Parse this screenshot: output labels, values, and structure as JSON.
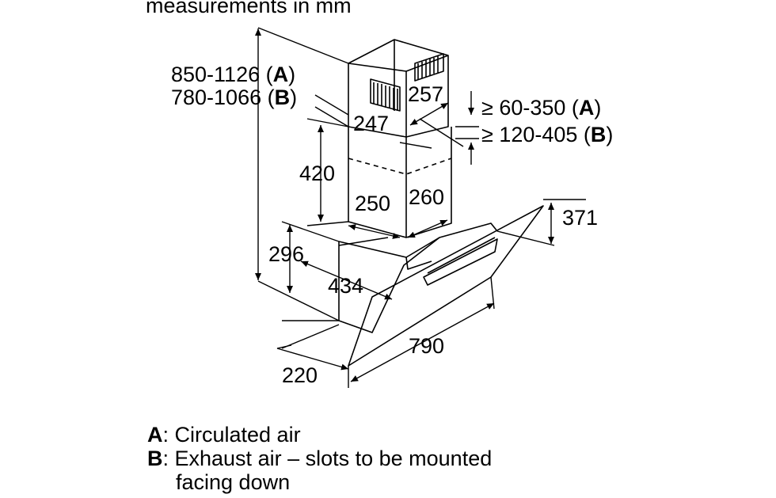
{
  "header": {
    "units_note": "measurements in mm"
  },
  "dimensions": {
    "total_height_a": "850-1126",
    "total_height_b": "780-1066",
    "chimney_upper_width": "257",
    "chimney_upper_depth": "247",
    "chimney_height": "420",
    "chimney_lower_width": "250",
    "chimney_lower_depth": "260",
    "ceiling_gap_a": "≥ 60-350",
    "ceiling_gap_b": "≥ 120-405",
    "glass_height": "371",
    "body_height": "296",
    "body_depth": "434",
    "glass_width": "790",
    "bottom_depth": "220"
  },
  "marks": {
    "a": "A",
    "b": "B"
  },
  "legend": {
    "a_key": "A",
    "a_text": ": Circulated air",
    "b_key": "B",
    "b_text": ": Exhaust air – slots to be mounted",
    "b_text_cont": "facing down"
  }
}
